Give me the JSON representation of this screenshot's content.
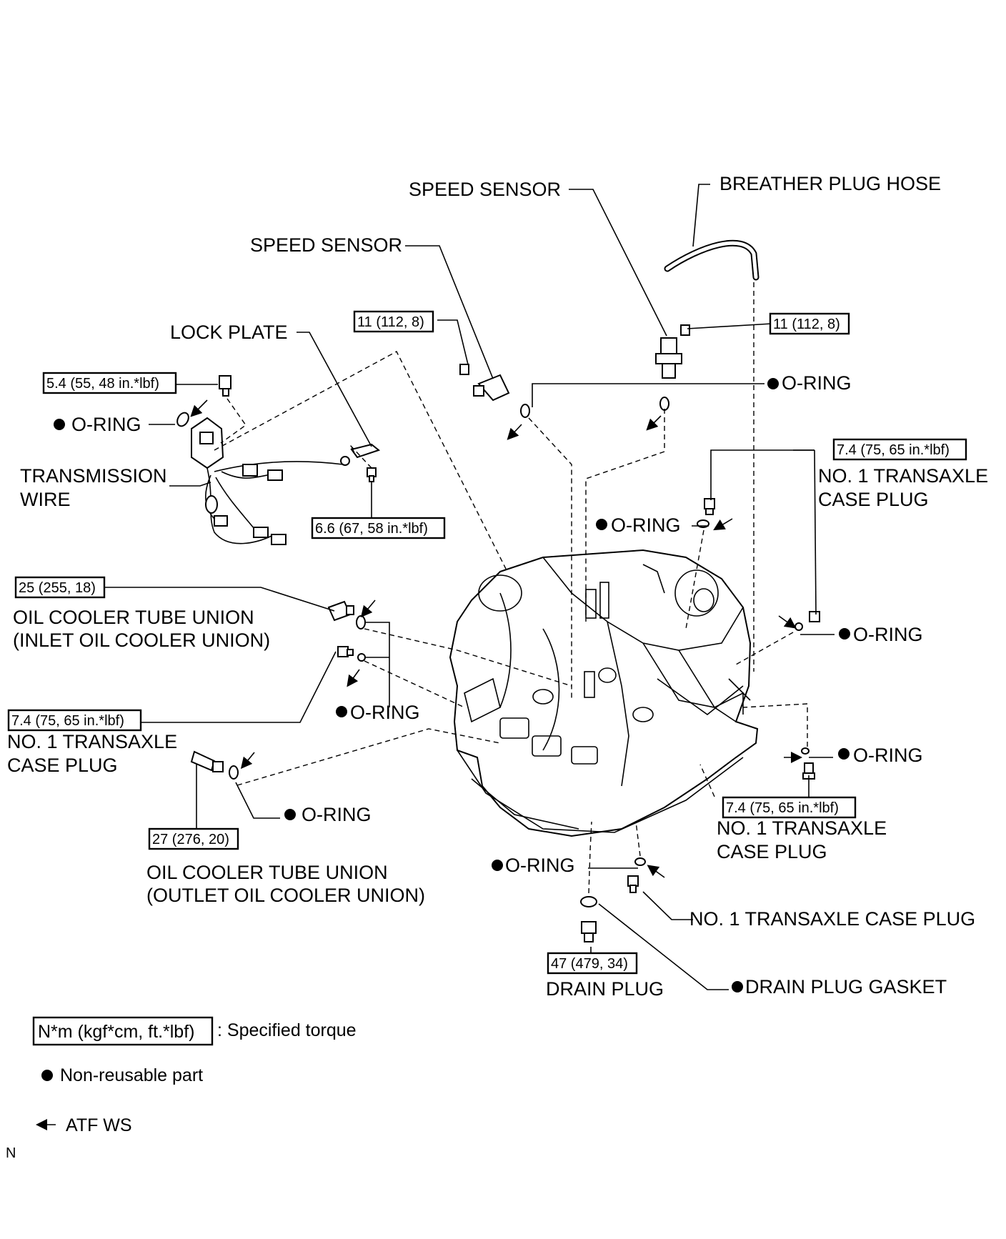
{
  "labels": {
    "speed_sensor_top": "SPEED SENSOR",
    "breather_plug_hose": "BREATHER PLUG HOSE",
    "speed_sensor_mid": "SPEED SENSOR",
    "lock_plate": "LOCK PLATE",
    "o_ring_upper_right": "O-RING",
    "o_ring_left": "O-RING",
    "transmission_wire_line1": "TRANSMISSION",
    "transmission_wire_line2": "WIRE",
    "no1_case_plug_right_top_line1": "NO. 1 TRANSAXLE",
    "no1_case_plug_right_top_line2": "CASE PLUG",
    "o_ring_center": "O-RING",
    "oil_cooler_inlet_line1": "OIL COOLER TUBE UNION",
    "oil_cooler_inlet_line2": "(INLET OIL COOLER UNION)",
    "o_ring_right_mid": "O-RING",
    "o_ring_left_mid": "O-RING",
    "no1_case_plug_left_line1": "NO. 1 TRANSAXLE",
    "no1_case_plug_left_line2": "CASE PLUG",
    "o_ring_right_low": "O-RING",
    "o_ring_left_low": "O-RING",
    "no1_case_plug_right_low_line1": "NO. 1 TRANSAXLE",
    "no1_case_plug_right_low_line2": "CASE PLUG",
    "oil_cooler_outlet_line1": "OIL COOLER TUBE UNION",
    "oil_cooler_outlet_line2": "(OUTLET OIL COOLER UNION)",
    "o_ring_bottom": "O-RING",
    "no1_case_plug_bottom": "NO. 1 TRANSAXLE CASE PLUG",
    "drain_plug": "DRAIN PLUG",
    "drain_plug_gasket": "DRAIN PLUG GASKET"
  },
  "torques": {
    "speed_sensor_bolt_left": "11 (112, 8)",
    "speed_sensor_bolt_right": "11 (112, 8)",
    "wire_bolt": "5.4 (55, 48 in.*lbf)",
    "lock_plate_bolt": "6.6 (67, 58 in.*lbf)",
    "case_plug_right_top": "7.4 (75, 65 in.*lbf)",
    "inlet_union": "25 (255, 18)",
    "case_plug_left": "7.4 (75, 65 in.*lbf)",
    "outlet_union": "27 (276, 20)",
    "case_plug_right_low": "7.4 (75, 65 in.*lbf)",
    "drain_plug": "47 (479, 34)"
  },
  "legend": {
    "torque_unit": "N*m (kgf*cm, ft.*lbf)",
    "torque_desc": ": Specified torque",
    "non_reusable": "Non-reusable part",
    "atf": "ATF WS"
  },
  "corner_mark": "N"
}
